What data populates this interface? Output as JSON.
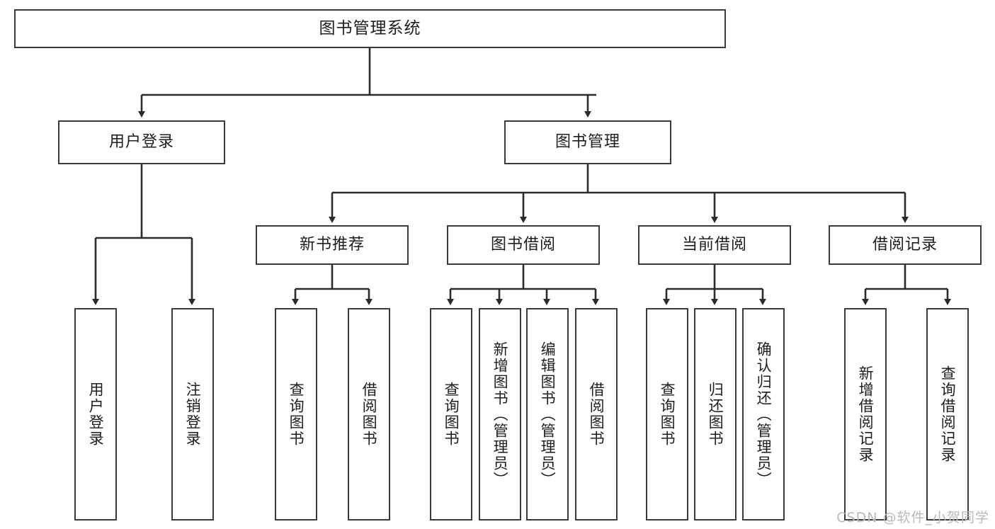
{
  "diagram": {
    "title": "图书管理系统",
    "type": "tree",
    "orientation": "top-down",
    "colors": {
      "box_border": "#3a3a3a",
      "box_fill": "#ffffff",
      "connector": "#2b2b2b",
      "text": "#1d1d1d",
      "watermark": "#b9b9b9",
      "background": "#ffffff"
    }
  },
  "watermark": {
    "text": "CSDN @软件_小贺同学"
  },
  "nodes": {
    "root": {
      "label": "图书管理系统"
    },
    "level2": [
      {
        "id": "user-login",
        "label": "用户登录"
      },
      {
        "id": "book-manage",
        "label": "图书管理"
      }
    ],
    "level3": [
      {
        "id": "new-book-recommend",
        "label": "新书推荐"
      },
      {
        "id": "book-borrow",
        "label": "图书借阅"
      },
      {
        "id": "current-borrow",
        "label": "当前借阅"
      },
      {
        "id": "borrow-record",
        "label": "借阅记录"
      }
    ],
    "leaves": [
      {
        "id": "leaf-user-login",
        "label": "用户登录",
        "parent": "user-login"
      },
      {
        "id": "leaf-logout-login",
        "label": "注销登录",
        "parent": "user-login"
      },
      {
        "id": "leaf-query-book-1",
        "label": "查询图书",
        "parent": "new-book-recommend"
      },
      {
        "id": "leaf-borrow-book-1",
        "label": "借阅图书",
        "parent": "new-book-recommend"
      },
      {
        "id": "leaf-query-book-2",
        "label": "查询图书",
        "parent": "book-borrow"
      },
      {
        "id": "leaf-add-book",
        "label": "新增图书（管理员）",
        "parent": "book-borrow"
      },
      {
        "id": "leaf-edit-book",
        "label": "编辑图书（管理员）",
        "parent": "book-borrow"
      },
      {
        "id": "leaf-borrow-book-2",
        "label": "借阅图书",
        "parent": "book-borrow"
      },
      {
        "id": "leaf-query-book-3",
        "label": "查询图书",
        "parent": "current-borrow"
      },
      {
        "id": "leaf-return-book",
        "label": "归还图书",
        "parent": "current-borrow"
      },
      {
        "id": "leaf-confirm-return",
        "label": "确认归还（管理员）",
        "parent": "current-borrow"
      },
      {
        "id": "leaf-add-record",
        "label": "新增借阅记录",
        "parent": "borrow-record"
      },
      {
        "id": "leaf-query-record",
        "label": "查询借阅记录",
        "parent": "borrow-record"
      }
    ]
  }
}
